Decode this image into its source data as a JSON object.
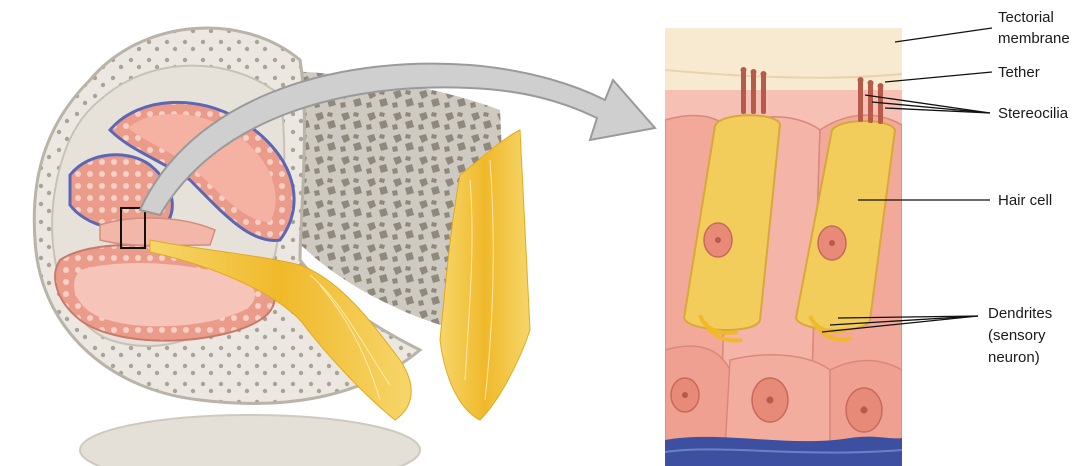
{
  "labels": {
    "tectorial_line1": "Tectorial",
    "tectorial_line2": "membrane",
    "tether": "Tether",
    "stereocilia": "Stereocilia",
    "hair_cell": "Hair cell",
    "dendrites_line1": "Dendrites",
    "dendrites_line2": "(sensory",
    "dendrites_line3": "neuron)"
  },
  "colors": {
    "bone": "#d9d5cd",
    "bone_dark": "#b9b3a8",
    "salmon": "#ea9b8a",
    "salmon_light": "#f6c4b8",
    "nerve": "#f4c542",
    "hair_cell": "#f3cd5c",
    "support_cell": "#f2b0a3",
    "membrane": "#f8ead0",
    "blue": "#3d4fa0",
    "arrow": "#c9c9c9"
  }
}
